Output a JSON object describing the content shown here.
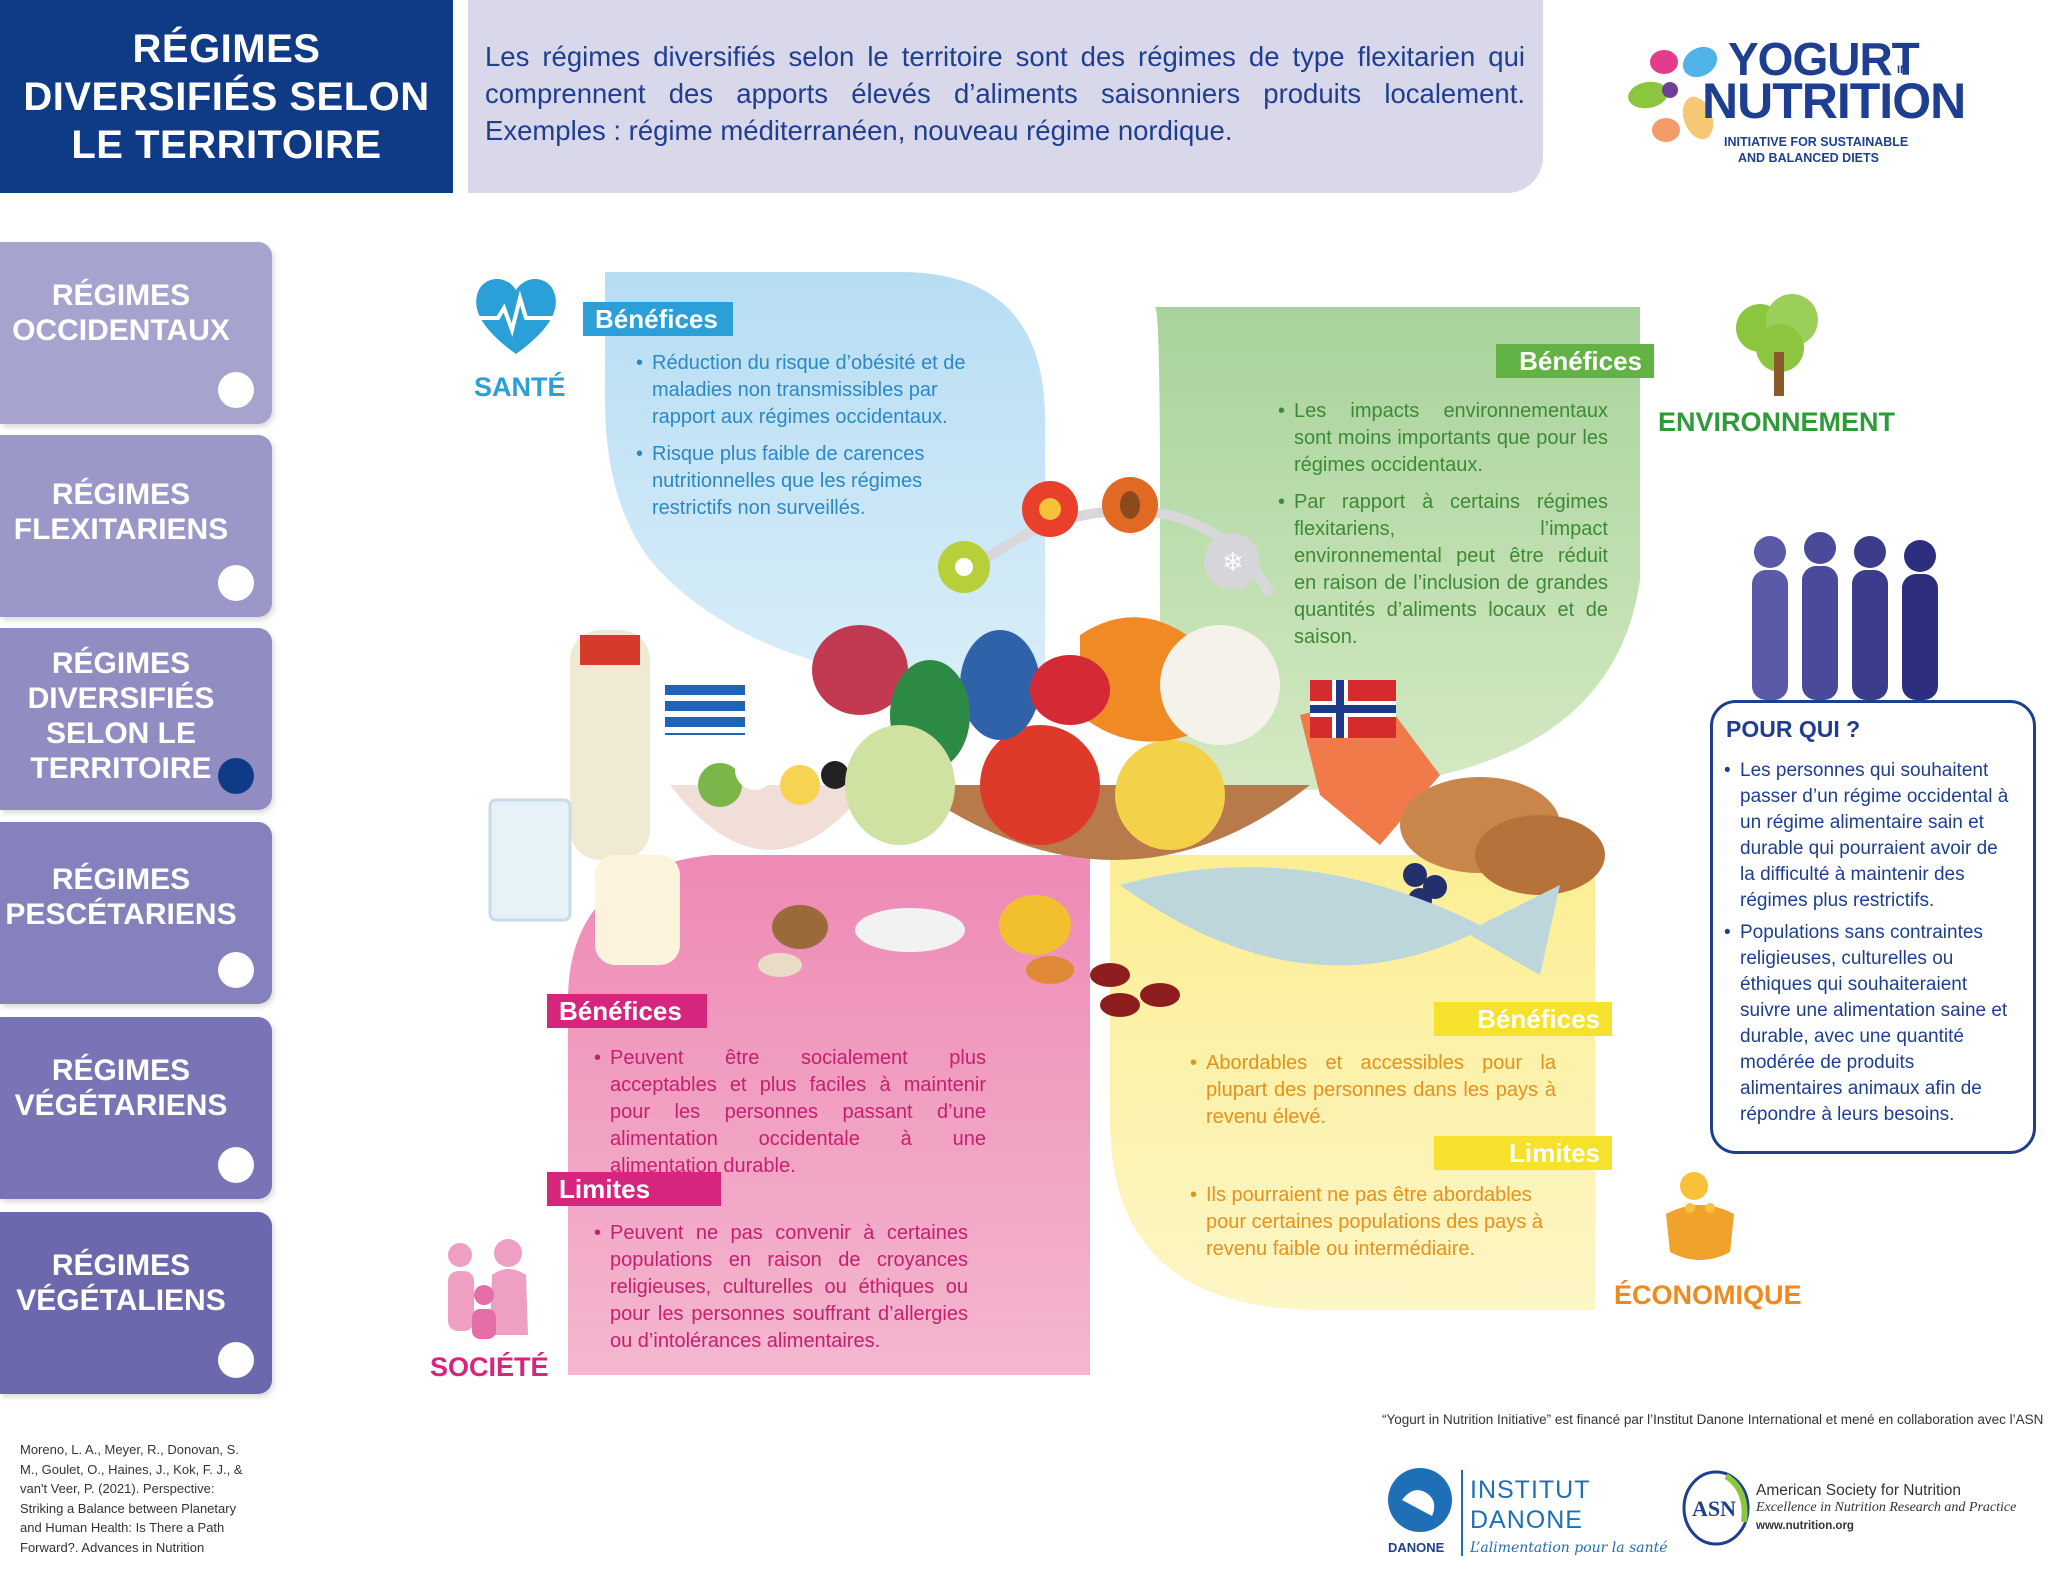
{
  "header": {
    "title_lines": [
      "RÉGIMES",
      "DIVERSIFIÉS SELON",
      "LE TERRITOIRE"
    ],
    "intro": "Les régimes diversifiés selon le territoire sont des régimes de type flexitarien qui comprennent des apports élevés d’aliments saisonniers produits localement. Exemples : régime méditerranéen, nouveau régime nordique."
  },
  "logo": {
    "word1": "YOGURT",
    "in": "IN",
    "word2": "NUTRITION",
    "sub1": "INITIATIVE FOR SUSTAINABLE",
    "sub2": "AND BALANCED DIETS"
  },
  "tabs": [
    {
      "lines": [
        "RÉGIMES",
        "OCCIDENTAUX"
      ],
      "active": false
    },
    {
      "lines": [
        "RÉGIMES",
        "FLEXITARIENS"
      ],
      "active": false
    },
    {
      "lines": [
        "RÉGIMES",
        "DIVERSIFIÉS",
        "SELON LE",
        "TERRITOIRE"
      ],
      "active": true
    },
    {
      "lines": [
        "RÉGIMES",
        "PESCÉTARIENS"
      ],
      "active": false
    },
    {
      "lines": [
        "RÉGIMES",
        "VÉGÉTARIENS"
      ],
      "active": false
    },
    {
      "lines": [
        "RÉGIMES",
        "VÉGÉTALIENS"
      ],
      "active": false
    }
  ],
  "sante": {
    "category": "SANTÉ",
    "benefits_title": "Bénéfices",
    "benefits": [
      "Réduction du risque d’obésité et de maladies non transmissibles par rapport aux régimes occidentaux.",
      "Risque plus faible de carences nutritionnelles que les régimes restrictifs non surveillés."
    ]
  },
  "environnement": {
    "category": "ENVIRONNEMENT",
    "benefits_title": "Bénéfices",
    "benefits": [
      "Les impacts environnementaux sont moins importants que pour les régimes occidentaux.",
      "Par rapport à certains régimes flexitariens, l’impact environnemental peut être réduit en raison de l’inclusion de grandes quantités d’aliments locaux et de saison."
    ]
  },
  "societe": {
    "category": "SOCIÉTÉ",
    "benefits_title": "Bénéfices",
    "benefits": [
      "Peuvent être socialement plus acceptables et plus faciles à maintenir pour les personnes passant d’une alimentation occidentale à une alimentation durable."
    ],
    "limits_title": "Limites",
    "limits": [
      "Peuvent ne pas convenir à certaines populations en raison de croyances religieuses, culturelles ou éthiques ou pour les personnes souffrant d’allergies ou d’intolérances alimentaires."
    ]
  },
  "economique": {
    "category": "ÉCONOMIQUE",
    "benefits_title": "Bénéfices",
    "benefits": [
      "Abordables et accessibles pour la plupart des personnes dans les pays à revenu élevé."
    ],
    "limits_title": "Limites",
    "limits": [
      "Ils pourraient ne pas être abordables pour certaines populations des pays à revenu faible ou intermédiaire."
    ]
  },
  "pour_qui": {
    "title": "POUR QUI ?",
    "items": [
      "Les personnes qui souhaitent passer d’un régime occidental à un régime alimentaire sain et durable qui pourraient avoir de la difficulté à maintenir des régimes plus restrictifs.",
      "Populations sans contraintes religieuses, culturelles ou éthiques qui souhaiteraient suivre une alimentation saine et durable, avec une quantité modérée de produits alimentaires animaux afin de répondre à leurs besoins."
    ]
  },
  "footer": {
    "citation": "Moreno, L. A., Meyer, R., Donovan, S. M., Goulet, O., Haines, J., Kok, F. J., & van't Veer, P. (2021). Perspective: Striking a Balance between Planetary and Human Health: Is There a Path Forward?. Advances in Nutrition",
    "funding": "“Yogurt in Nutrition Initiative” est financé par l’Institut Danone International et mené en collaboration avec l’ASN",
    "danone_line1": "INSTITUT",
    "danone_line2": "DANONE",
    "danone_brand": "DANONE",
    "danone_tag": "L’alimentation pour la santé",
    "asn_badge": "ASN",
    "asn_name": "American Society for Nutrition",
    "asn_tag": "Excellence in Nutrition Research and Practice",
    "asn_url": "www.nutrition.org"
  },
  "colors": {
    "navy": "#0e3a86",
    "sante": "#2a9fd8",
    "environnement": "#2f9a3a",
    "societe": "#d6257d",
    "economique": "#f0a22a"
  }
}
